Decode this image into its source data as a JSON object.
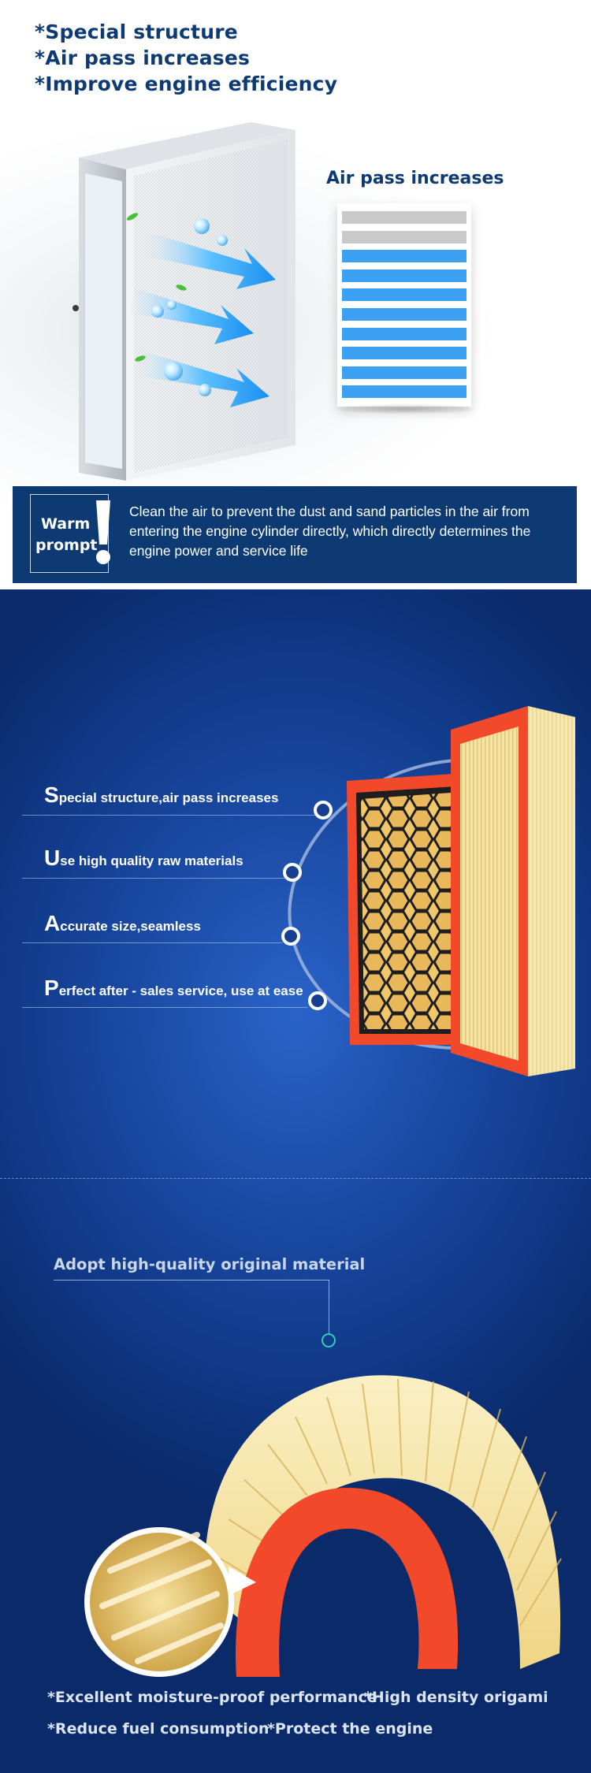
{
  "header": {
    "lines": [
      "*Special structure",
      "*Air pass increases",
      "*Improve engine efficiency"
    ]
  },
  "diagram": {
    "title": "Air pass increases",
    "bar_colors": {
      "gray": "#c9c9c9",
      "blue": "#3b9ff2"
    },
    "bar_kinds": [
      "gray",
      "gray",
      "blue",
      "blue",
      "blue",
      "blue",
      "blue",
      "blue",
      "blue",
      "blue"
    ]
  },
  "warm_prompt": {
    "label_line1": "Warm",
    "label_line2": "prompt",
    "text": "Clean the air to prevent the dust and sand particles in the air from entering the engine cylinder directly, which directly determines the engine power and service life"
  },
  "features": [
    {
      "initial": "S",
      "rest": "pecial structure,air pass increases"
    },
    {
      "initial": "U",
      "rest": "se high quality raw materials"
    },
    {
      "initial": "A",
      "rest": "ccurate size,seamless"
    },
    {
      "initial": "P",
      "rest": "erfect after - sales service, use at ease"
    }
  ],
  "material": {
    "label": "Adopt high-quality original material"
  },
  "benefits": [
    "*Excellent moisture-proof performance",
    "*High density origami",
    "*Reduce fuel consumption",
    "*Protect the engine"
  ],
  "colors": {
    "navy": "#0d3a73",
    "accent_blue": "#3b9ff2",
    "filter_orange": "#f2492a",
    "paper_yellow": "#f6e4a6",
    "teal": "#2bd0b8"
  }
}
